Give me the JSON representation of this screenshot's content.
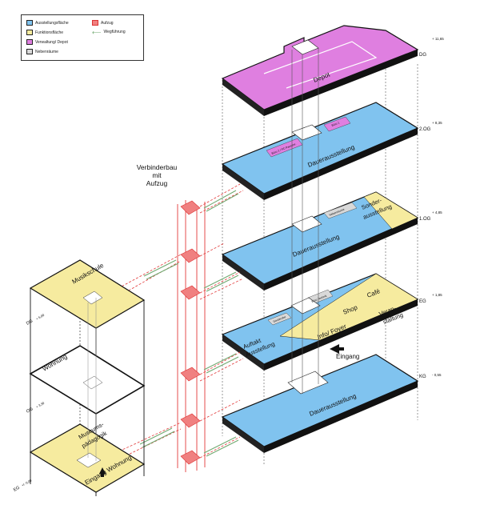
{
  "legend": {
    "items": [
      {
        "label": "Ausstellungsfläche",
        "color": "#80c3ef"
      },
      {
        "label": "Funktionsfläche",
        "color": "#f6eb9f"
      },
      {
        "label": "Verwaltung/ Depot",
        "color": "#df7fe0"
      },
      {
        "label": "Nebenräume",
        "color": "#d9d9d9"
      }
    ],
    "lift_label": "Aufzug",
    "lift_color": "#f08080",
    "route_label": "Wegführung",
    "route_color": "#6fa86f"
  },
  "connector": {
    "l1": "Verbinderbau",
    "l2": "mit",
    "l3": "Aufzug"
  },
  "main_levels": {
    "dg": {
      "level": "DG",
      "height": "+ 11,65",
      "room": "Depot"
    },
    "og2": {
      "level": "2.OG",
      "height": "+ 8,35",
      "room": "Dauerausstellung",
      "admin1": "Büro 1",
      "admin2": "Büro 2 / PC Pausenr."
    },
    "og1": {
      "level": "1.OG",
      "height": "+ 4,85",
      "room": "Dauerausstellung",
      "special1": "Sonder-",
      "special2": "ausstellung",
      "side_room": "Nebenräume"
    },
    "eg": {
      "level": "EG",
      "height": "+ 1,85",
      "start1": "Auftakt",
      "start2": "Ausstellung",
      "foyer": "Info/ Foyer",
      "shop": "Shop",
      "cafe": "Café",
      "event1": "Veran-",
      "event2": "staltung",
      "storage": "Garderobe",
      "office": "Büro Technik",
      "entrance": "Eingang"
    },
    "kg": {
      "level": "KG",
      "height": "- 0,55",
      "room": "Dauerausstellung"
    }
  },
  "annex_levels": {
    "dg": {
      "level": "DG",
      "height": "+ 6,00",
      "room": "Musikschule"
    },
    "og": {
      "level": "OG",
      "height": "+ 3,30",
      "room": "Wohnung"
    },
    "eg": {
      "level": "EG",
      "height": "+/- 0,00",
      "room1": "Museums-",
      "room2": "pädagogik",
      "entrance": "Eingang Wohnung"
    }
  }
}
